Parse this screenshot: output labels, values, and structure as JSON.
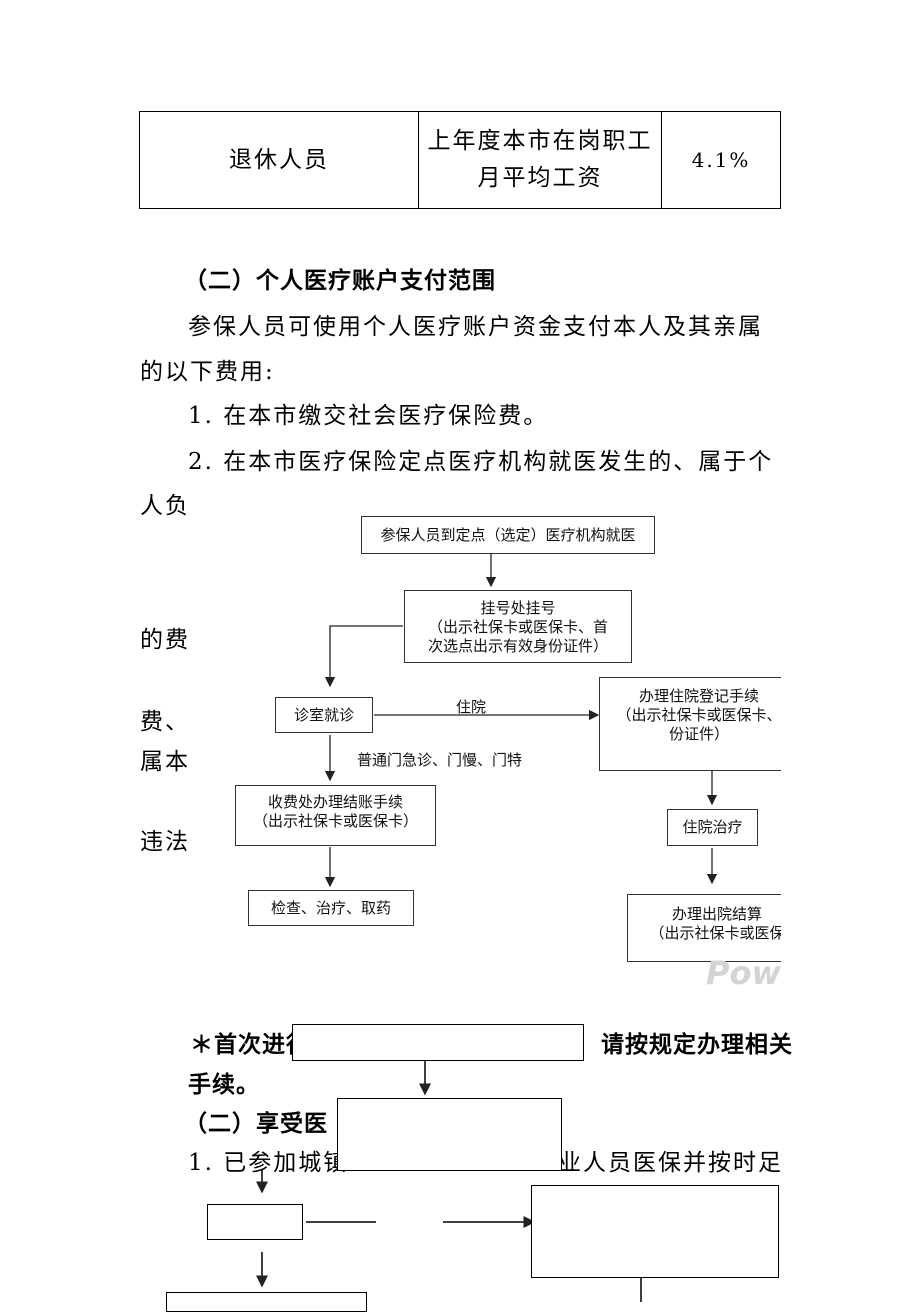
{
  "table": {
    "rows": [
      {
        "category": "退休人员",
        "base_line1": "上年度本市在岗职工",
        "base_line2": "月平均工资",
        "rate": "4.1%"
      }
    ]
  },
  "section_two": {
    "heading": "（二）个人医疗账户支付范围",
    "para_line1": "参保人员可使用个人医疗账户资金支付本人及其亲属",
    "para_line2": "的以下费用:",
    "item1": "1. 在本市缴交社会医疗保险费。",
    "item2_line1": "2. 在本市医疗保险定点医疗机构就医发生的、属于个",
    "item2_line2_visible": "人负",
    "left_fragments": [
      "的费",
      "费、",
      "属本",
      "违法"
    ]
  },
  "flowchart": {
    "start": "参保人员到定点（选定）医疗机构就医",
    "register_line1": "挂号处挂号",
    "register_line2": "（出示社保卡或医保卡、首",
    "register_line3": "次选点出示有效身份证件）",
    "clinic": "诊室就诊",
    "hospitalize_label": "住院",
    "outpatient_label": "普通门急诊、门慢、门特",
    "admit_line1": "办理住院登记手续",
    "admit_line2": "（出示社保卡或医保卡、",
    "admit_line3": "份证件）",
    "pay_line1": "收费处办理结账手续",
    "pay_line2": "（出示社保卡或医保卡）",
    "treatment": "住院治疗",
    "exam": "检查、治疗、取药",
    "discharge_line1": "办理出院结算",
    "discharge_line2": "（出示社保卡或医保",
    "watermark": "Pow"
  },
  "footer": {
    "note_start": "＊首次进行",
    "note_end": "请按规定办理相关",
    "note_line2": "手续。",
    "heading_start": "（二）享受医",
    "item1_start": "1. 已参加城镇",
    "item1_end": "业人员医保并按时足"
  }
}
